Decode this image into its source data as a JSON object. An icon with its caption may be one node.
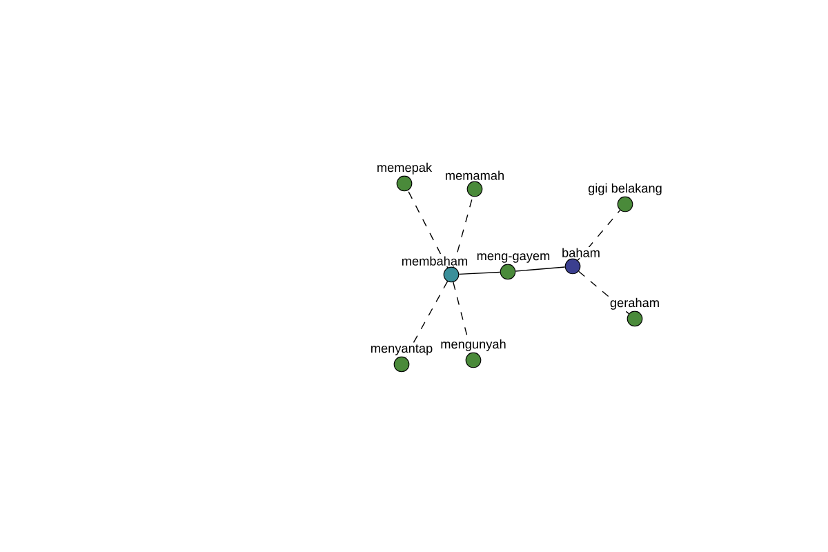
{
  "diagram": {
    "nodes": [
      {
        "text": [
          "membaham"
        ]
      },
      {
        "text": [
          "meng-gayem"
        ]
      },
      {
        "text": [
          "baham"
        ]
      },
      {
        "text": [
          "memepak"
        ]
      },
      {
        "text": [
          "memamah"
        ]
      },
      {
        "text": [
          "menyantap"
        ]
      },
      {
        "text": [
          "mengunyah"
        ]
      },
      {
        "text": [
          "gigi belakang"
        ]
      },
      {
        "text": [
          "geraham"
        ]
      }
    ],
    "edges": [
      {
        "from": 0,
        "to": 1,
        "arrow": "none"
      },
      {
        "from": 1,
        "to": 2,
        "arrow": "none"
      },
      {
        "from": 0,
        "to": 3,
        "arrow": "none",
        "style": "dashed"
      },
      {
        "from": 0,
        "to": 4,
        "arrow": "none",
        "style": "dashed"
      },
      {
        "from": 0,
        "to": 5,
        "arrow": "none",
        "style": "dashed"
      },
      {
        "from": 0,
        "to": 6,
        "arrow": "none",
        "style": "dashed"
      },
      {
        "from": 2,
        "to": 7,
        "arrow": "none",
        "style": "dashed"
      },
      {
        "from": 2,
        "to": 8,
        "arrow": "none",
        "style": "dashed"
      }
    ]
  }
}
